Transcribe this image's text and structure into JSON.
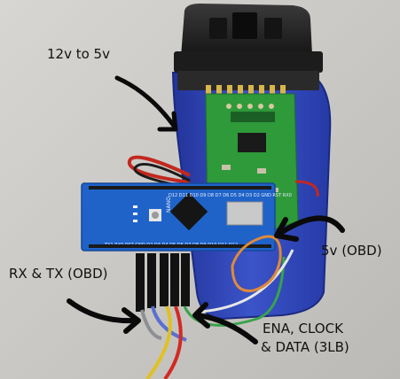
{
  "annotations": {
    "power_label": "12v to 5v",
    "obd_5v_label": "5v (OBD)",
    "rx_tx_label": "RX & TX (OBD)",
    "ena_line1": "ENA, CLOCK",
    "ena_line2": "& DATA (3LB)"
  },
  "board_silkscreen": {
    "nano_label": "NANO",
    "top_pins": "D12 D11 D10 D9 D8 D7 D6 D5 D4 D3 D2 GND RST RX0",
    "bottom_pins": "TX1 RX0 RST GND D2 D3 D4 D5 D6 D7 D8 D9 D10 D11 D12"
  },
  "colors": {
    "background": "#cfcdc9",
    "housing": "#2f45b8",
    "obd_connector": "#262626",
    "pcb_green": "#2e9a3a",
    "nano_blue": "#1f63c9",
    "annotation_ink": "#0a0a0a"
  }
}
